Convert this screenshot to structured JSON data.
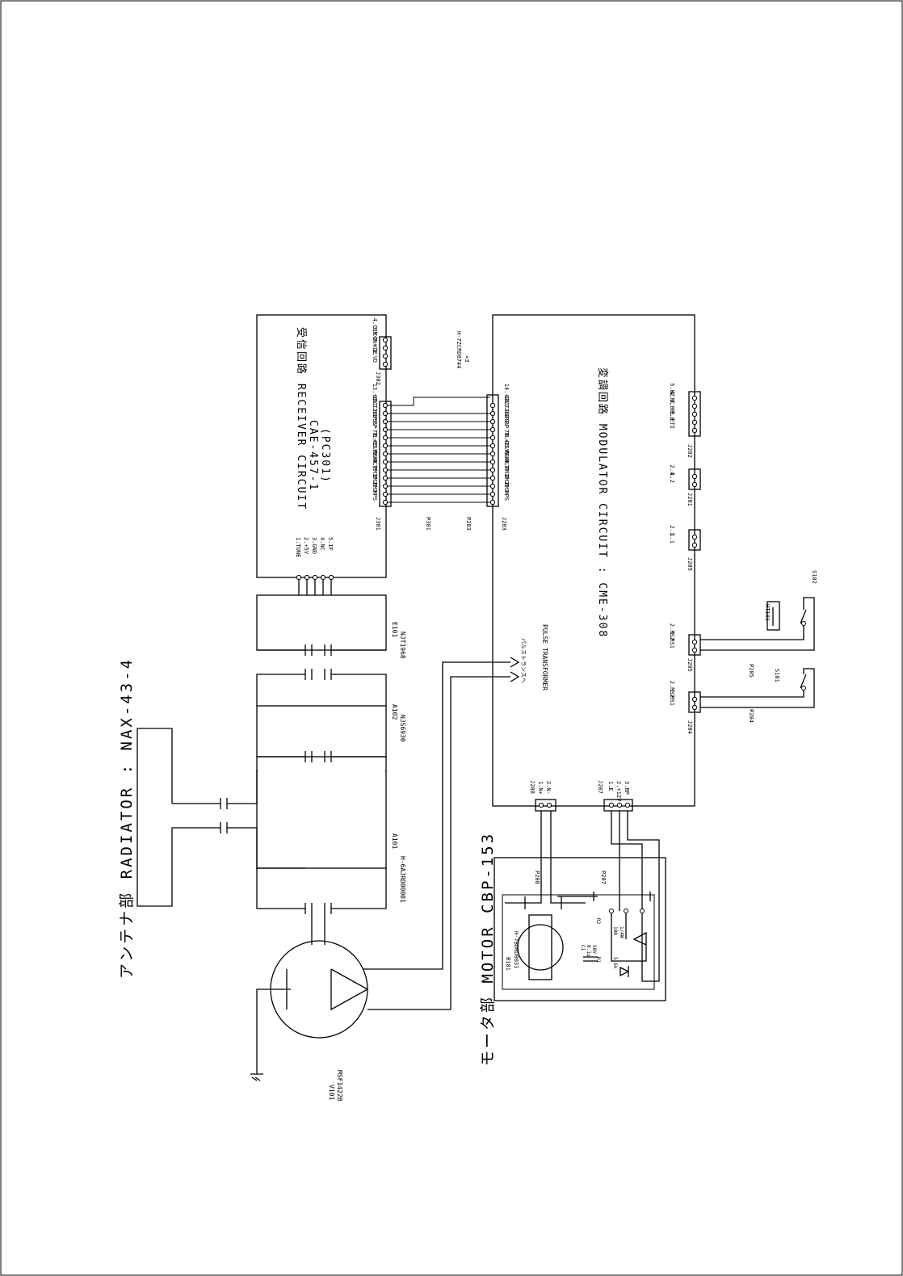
{
  "colors": {
    "ink": "#000000",
    "paper": "#ffffff"
  },
  "radiator": {
    "title": "アンテナ部  RADIATOR : NAX-43-4",
    "waveguides": [
      {
        "ref": "A101",
        "part": "H-6AJRD00001"
      },
      {
        "ref": "A102",
        "part": "NJS6930"
      },
      {
        "ref": "E101",
        "part": "NJT1968"
      }
    ],
    "magnetron": {
      "ref": "V101",
      "part": "MSF1422B"
    }
  },
  "receiver": {
    "title_jp": "受信回路",
    "title": "RECEIVER CIRCUIT",
    "model": "CAE-457-1",
    "pc": "(PC301)",
    "input_pins": [
      "1.TUNE",
      "2.+5V",
      "3.GND",
      "4.NC",
      "5.IF"
    ],
    "j301": {
      "ref": "J301",
      "pins": [
        "1.MPS",
        "2.PM3",
        "3.PM2",
        "4.PM1",
        "5.MCT",
        "6.MBK",
        "7.+15V",
        "8.E",
        "9.-7V",
        "10.BP",
        "11.HSP",
        "12.TI",
        "13.+8V"
      ]
    },
    "j302": {
      "ref": "J302",
      "pins": [
        "1.VD",
        "2.VDE",
        "3.CON+",
        "4.CON-"
      ]
    }
  },
  "cable": {
    "part": "H-7ZCRD0744",
    "qty": "×3",
    "p301": "P301",
    "p203": "P203"
  },
  "modulator": {
    "title_jp": "変調回路",
    "title": "MODULATOR CIRCUIT : CME-308",
    "j203": {
      "ref": "J203",
      "pins": [
        "1.MPS",
        "2.PM3",
        "3.PM2",
        "4.PM1",
        "5.MCT",
        "6.MBK",
        "7.+15V",
        "8.E",
        "9.-7V",
        "10.BP",
        "11.HSP",
        "12.TI",
        "14.+8V"
      ]
    },
    "j202": {
      "ref": "J202",
      "pins": [
        "1.ETI",
        "2.E",
        "3.BP",
        "4.NC",
        "5.BZ"
      ]
    },
    "j201": {
      "ref": "J201",
      "pins": [
        "1.2",
        "2.4"
      ]
    },
    "j209": {
      "ref": "J209",
      "pins": [
        "1.1",
        "2.1"
      ]
    },
    "j205": {
      "ref": "J205",
      "pins": [
        "1.RS1",
        "2.RS2"
      ],
      "plug": "P205"
    },
    "j204": {
      "ref": "J204",
      "pins": [
        "1.MS1",
        "2.MS2"
      ],
      "plug": "P204"
    },
    "j208": {
      "ref": "J208",
      "pins": [
        "1.N+",
        "2.N-"
      ]
    },
    "j207": {
      "ref": "J207",
      "pins": [
        "1.E",
        "2.+12V",
        "3.BP"
      ]
    },
    "ht101": "HT101",
    "s102": "S102",
    "s101": "S101",
    "pulse_jp": "パルストランスへ",
    "pulse": "PULSE TRANSFORMER"
  },
  "motor": {
    "title": "モータ部  MOTOR CBP-153",
    "p208": "P208",
    "p207": "P207",
    "b101": "B101",
    "b101_part": "H-7BDRD0031",
    "components": [
      "R1",
      "R2",
      "100",
      "5.6k",
      "1/4W",
      "C1",
      "0.1u",
      "50V"
    ]
  }
}
